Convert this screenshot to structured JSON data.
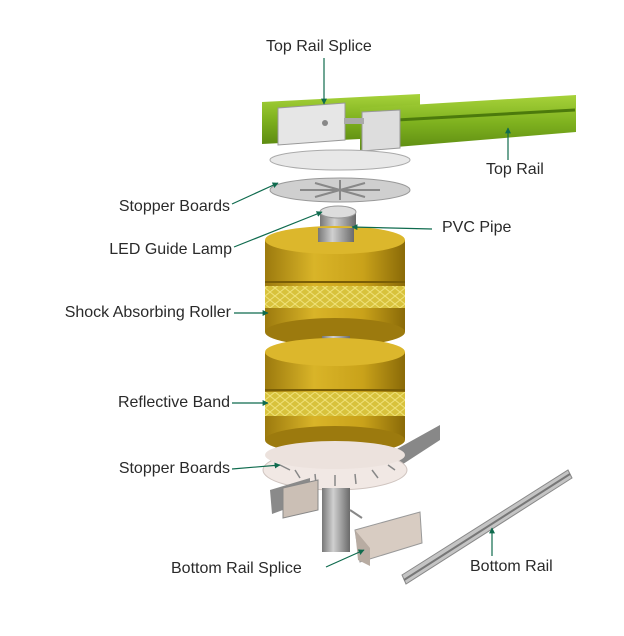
{
  "labels": {
    "top_rail_splice": "Top Rail Splice",
    "top_rail": "Top Rail",
    "stopper_boards_top": "Stopper Boards",
    "pvc_pipe": "PVC Pipe",
    "led_guide_lamp": "LED Guide Lamp",
    "shock_absorbing_roller": "Shock Absorbing Roller",
    "reflective_band": "Reflective Band",
    "stopper_boards_bottom": "Stopper Boards",
    "bottom_rail_splice": "Bottom Rail Splice",
    "bottom_rail": "Bottom Rail"
  },
  "colors": {
    "arrow": "#0f6b4e",
    "rail_green": "#8cbf2a",
    "roller_yellow": "#c9a41c",
    "band": "#e0cf52",
    "metal": "#b8b8b8"
  }
}
